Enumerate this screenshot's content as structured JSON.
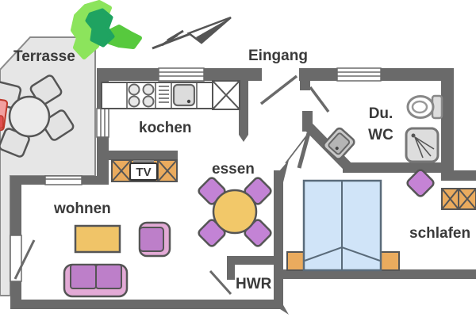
{
  "floor_plan": {
    "rooms": {
      "terrasse": {
        "label": "Terrasse"
      },
      "eingang": {
        "label": "Eingang"
      },
      "kochen": {
        "label": "kochen"
      },
      "essen": {
        "label": "essen"
      },
      "wohnen": {
        "label": "wohnen"
      },
      "du_wc": {
        "label_line1": "Du.",
        "label_line2": "WC"
      },
      "schlafen": {
        "label": "schlafen"
      },
      "hwr": {
        "label": "HWR"
      }
    },
    "furniture_labels": {
      "tv": "TV"
    },
    "colors": {
      "wall": "#6a6a6a",
      "terrace_floor": "#e6e6e6",
      "gray_furniture": "#e3e3e3",
      "purple": "#c383d5",
      "pink_rim": "#e3aad6",
      "wood_orange": "#eaab5e",
      "table_yellow": "#f0c468",
      "bed_blue": "#d0e4f8",
      "plant_light_green": "#8ce45c",
      "plant_mid_green": "#57c93e",
      "plant_dark_green": "#1fa361",
      "label_text": "#3a3a3a"
    }
  }
}
